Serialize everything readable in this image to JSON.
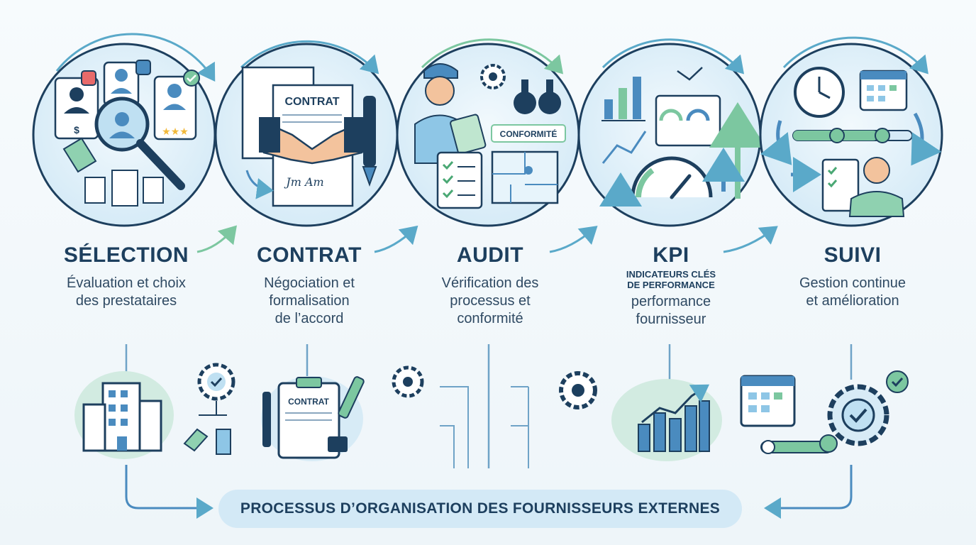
{
  "steps": [
    {
      "id": "selection",
      "title": "SÉLECTION",
      "subtitle": "",
      "description": [
        "Évaluation et choix",
        "des prestataires"
      ]
    },
    {
      "id": "contrat",
      "title": "CONTRAT",
      "subtitle": "",
      "description": [
        "Négociation et",
        "formalisation",
        "de l’accord"
      ]
    },
    {
      "id": "audit",
      "title": "AUDIT",
      "subtitle": "",
      "description": [
        "Vérification des",
        "processus et",
        "conformité"
      ]
    },
    {
      "id": "kpi",
      "title": "KPI",
      "subtitle": [
        "INDICATEURS CLÉS",
        "DE PERFORMANCE"
      ],
      "description": [
        "performance",
        "fournisseur"
      ]
    },
    {
      "id": "suivi",
      "title": "SUIVI",
      "subtitle": "",
      "description": [
        "Gestion continue",
        "et amélioration"
      ]
    }
  ],
  "illustration_labels": {
    "contract_doc": "CONTRAT",
    "conformity_badge": "CONFORMITÉ",
    "clipboard_doc": "CONTRAT",
    "currency_symbol": "$",
    "signature": "Jm  Am"
  },
  "banner": {
    "text": "PROCESSUS D’ORGANISATION DES FOURNISSEURS EXTERNES"
  },
  "colors": {
    "primary_dark": "#1d3f5e",
    "blue": "#4a8bbf",
    "light_blue": "#d3e9f6",
    "circle_fill": "#e2f0f9",
    "green": "#7cc7a0",
    "teal": "#5aa9c9"
  }
}
